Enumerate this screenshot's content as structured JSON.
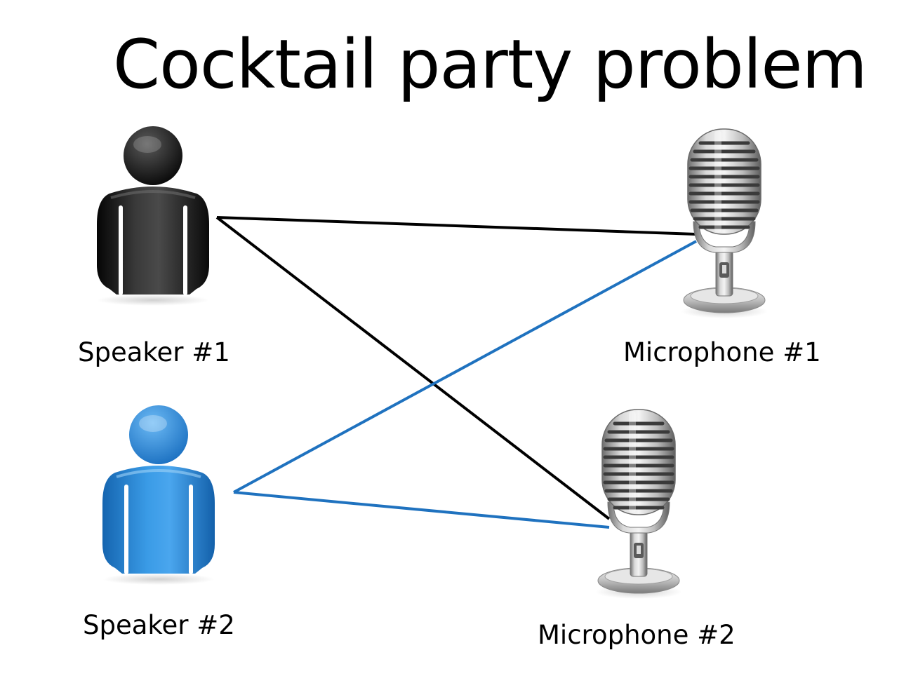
{
  "title": "Cocktail party problem",
  "speakers": [
    {
      "label": "Speaker #1",
      "color": "#1a1a1a",
      "icon": "person-icon"
    },
    {
      "label": "Speaker #2",
      "color": "#2b82cf",
      "icon": "person-icon"
    }
  ],
  "microphones": [
    {
      "label": "Microphone #1",
      "icon": "microphone-icon"
    },
    {
      "label": "Microphone #2",
      "icon": "microphone-icon"
    }
  ],
  "connections": [
    {
      "from": "Speaker #1",
      "to": "Microphone #1",
      "color": "#000000"
    },
    {
      "from": "Speaker #1",
      "to": "Microphone #2",
      "color": "#000000"
    },
    {
      "from": "Speaker #2",
      "to": "Microphone #1",
      "color": "#1f72bf"
    },
    {
      "from": "Speaker #2",
      "to": "Microphone #2",
      "color": "#1f72bf"
    }
  ]
}
